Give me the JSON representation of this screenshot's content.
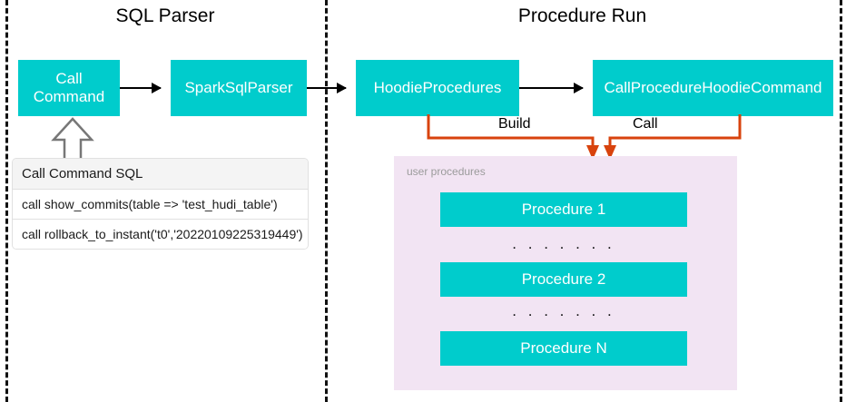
{
  "diagram": {
    "sections": [
      {
        "id": "sql-parser",
        "title": "SQL Parser"
      },
      {
        "id": "procedure-run",
        "title": "Procedure Run"
      }
    ],
    "boxes": {
      "call_command": "Call\nCommand",
      "call_command_line1": "Call",
      "call_command_line2": "Command",
      "spark_sql_parser": "SparkSqlParser",
      "hoodie_procedures": "HoodieProcedures",
      "call_procedure_hoodie_command": "CallProcedureHoodieCommand"
    },
    "connectors": {
      "build_label": "Build",
      "call_label": "Call"
    },
    "sql_table": {
      "header": "Call Command SQL",
      "rows": [
        "call show_commits(table => 'test_hudi_table')",
        "call rollback_to_instant('t0','20220109225319449')"
      ]
    },
    "user_procedures": {
      "label": "user procedures",
      "items": [
        "Procedure 1",
        "Procedure 2",
        "Procedure N"
      ],
      "ellipsis": ". . . . . . ."
    },
    "colors": {
      "teal": "#00cccc",
      "panel_lavender": "#f2e4f3",
      "orange": "#d8430d",
      "arrow_black": "#000000",
      "divider": "#111111",
      "table_header_bg": "#f4f4f4",
      "muted_label": "#9b9b9b"
    }
  }
}
